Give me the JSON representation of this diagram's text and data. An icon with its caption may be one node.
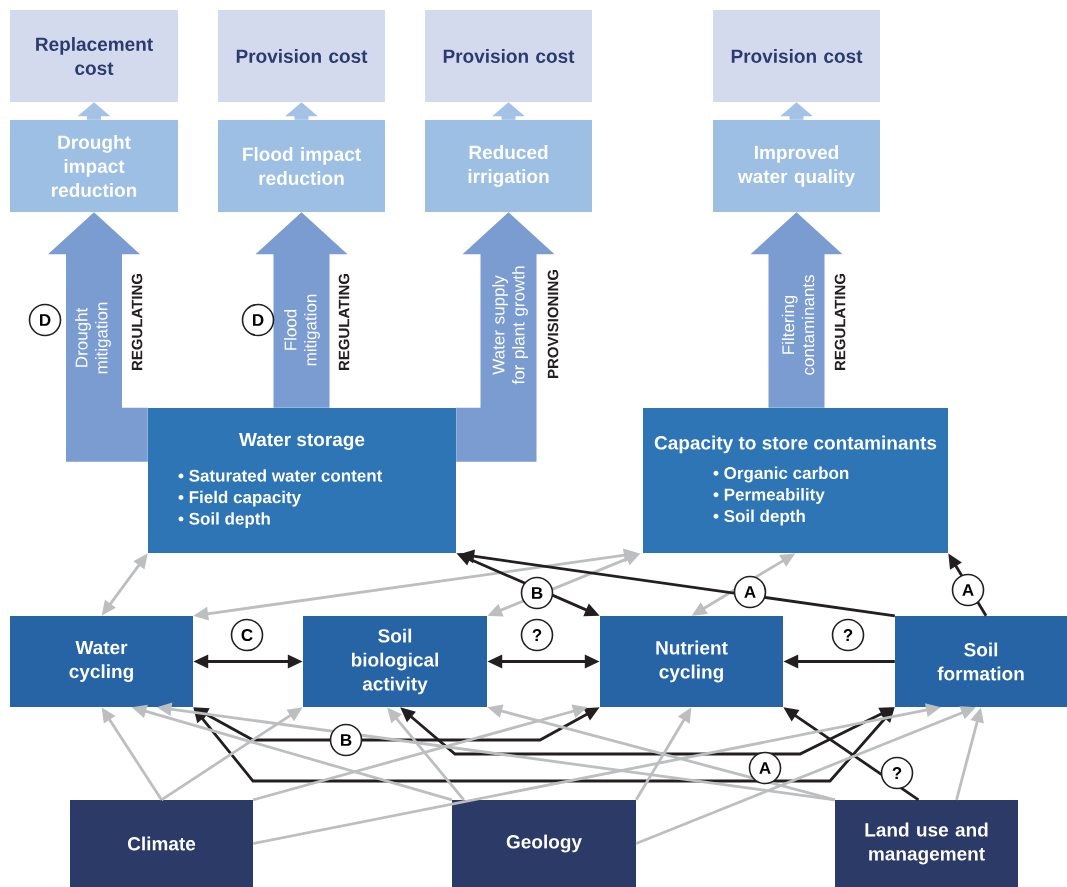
{
  "diagram": {
    "nodes": [
      {
        "text": [
          "Replacement cost"
        ]
      },
      {
        "text": [
          "Provision cost"
        ]
      },
      {
        "text": [
          "Provision cost"
        ]
      },
      {
        "text": [
          "Provision cost"
        ]
      },
      {
        "text": [
          "Drought impact reduction"
        ]
      },
      {
        "text": [
          "Flood impact reduction"
        ]
      },
      {
        "text": [
          "Reduced irrigation"
        ]
      },
      {
        "text": [
          "Improved water quality"
        ]
      },
      {
        "text": [
          "Water storage",
          "• Saturated water content",
          "• Field capacity",
          "• Soil depth"
        ]
      },
      {
        "text": [
          "Capacity to store contaminants",
          "• Organic carbon",
          "• Permeability",
          "• Soil depth"
        ]
      },
      {
        "text": [
          "Water cycling"
        ]
      },
      {
        "text": [
          "Soil biological activity"
        ]
      },
      {
        "text": [
          "Nutrient cycling"
        ]
      },
      {
        "text": [
          "Soil formation"
        ]
      },
      {
        "text": [
          "Climate"
        ]
      },
      {
        "text": [
          "Geology"
        ]
      },
      {
        "text": [
          "Land use and management"
        ]
      }
    ],
    "edges": [
      {
        "from": 4,
        "to": 0,
        "arrow": "to",
        "style": "thick",
        "color": "#a3c2e6"
      },
      {
        "from": 5,
        "to": 1,
        "arrow": "to",
        "style": "thick",
        "color": "#a3c2e6"
      },
      {
        "from": 6,
        "to": 2,
        "arrow": "to",
        "style": "thick",
        "color": "#a3c2e6"
      },
      {
        "from": 7,
        "to": 3,
        "arrow": "to",
        "style": "thick",
        "color": "#a3c2e6"
      },
      {
        "from": 8,
        "to": 4,
        "arrow": "to",
        "label": "Drought mitigation",
        "style": "thick",
        "color": "#7b9cd1"
      },
      {
        "from": 8,
        "to": 5,
        "arrow": "to",
        "label": "Flood mitigation",
        "style": "thick",
        "color": "#7b9cd1"
      },
      {
        "from": 8,
        "to": 6,
        "arrow": "to",
        "label": "Water supply for plant growth",
        "style": "thick",
        "color": "#7b9cd1"
      },
      {
        "from": 9,
        "to": 7,
        "arrow": "to",
        "label": "Filtering contaminants",
        "style": "thick",
        "color": "#7b9cd1"
      },
      {
        "from": 10,
        "to": 8,
        "arrow": "both"
      },
      {
        "from": 10,
        "to": 9,
        "arrow": "both"
      },
      {
        "from": 11,
        "to": 9,
        "arrow": "both"
      },
      {
        "from": 12,
        "to": 9,
        "arrow": "both"
      },
      {
        "from": 10,
        "to": 11,
        "arrow": "both",
        "label": "C",
        "color": "#231f20"
      },
      {
        "from": 11,
        "to": 12,
        "arrow": "both",
        "label": "?",
        "color": "#231f20"
      },
      {
        "from": 13,
        "to": 12,
        "arrow": "to",
        "label": "?",
        "color": "#231f20"
      },
      {
        "from": 12,
        "to": 8,
        "arrow": "both",
        "label": "B",
        "color": "#231f20"
      },
      {
        "from": 13,
        "to": 8,
        "arrow": "to",
        "label": "A",
        "color": "#231f20"
      },
      {
        "from": 13,
        "to": 9,
        "arrow": "to",
        "label": "A",
        "color": "#231f20"
      },
      {
        "from": 12,
        "to": 10,
        "arrow": "both",
        "label": "B",
        "color": "#231f20"
      },
      {
        "from": 13,
        "to": 11,
        "arrow": "both",
        "label": "A",
        "color": "#231f20"
      },
      {
        "from": 13,
        "to": 10,
        "arrow": "both",
        "color": "#231f20"
      },
      {
        "from": 16,
        "to": 12,
        "arrow": "to",
        "label": "?",
        "color": "#231f20"
      },
      {
        "from": 14,
        "to": 10,
        "arrow": "to"
      },
      {
        "from": 14,
        "to": 11,
        "arrow": "to"
      },
      {
        "from": 14,
        "to": 12,
        "arrow": "to"
      },
      {
        "from": 14,
        "to": 13,
        "arrow": "to"
      },
      {
        "from": 15,
        "to": 10,
        "arrow": "to"
      },
      {
        "from": 15,
        "to": 11,
        "arrow": "to"
      },
      {
        "from": 15,
        "to": 12,
        "arrow": "to"
      },
      {
        "from": 15,
        "to": 13,
        "arrow": "to"
      },
      {
        "from": 16,
        "to": 10,
        "arrow": "to"
      },
      {
        "from": 16,
        "to": 11,
        "arrow": "to"
      },
      {
        "from": 16,
        "to": 13,
        "arrow": "to"
      }
    ],
    "labels": [
      "D",
      "REGULATING",
      "D",
      "REGULATING",
      "PROVISIONING",
      "REGULATING"
    ]
  }
}
